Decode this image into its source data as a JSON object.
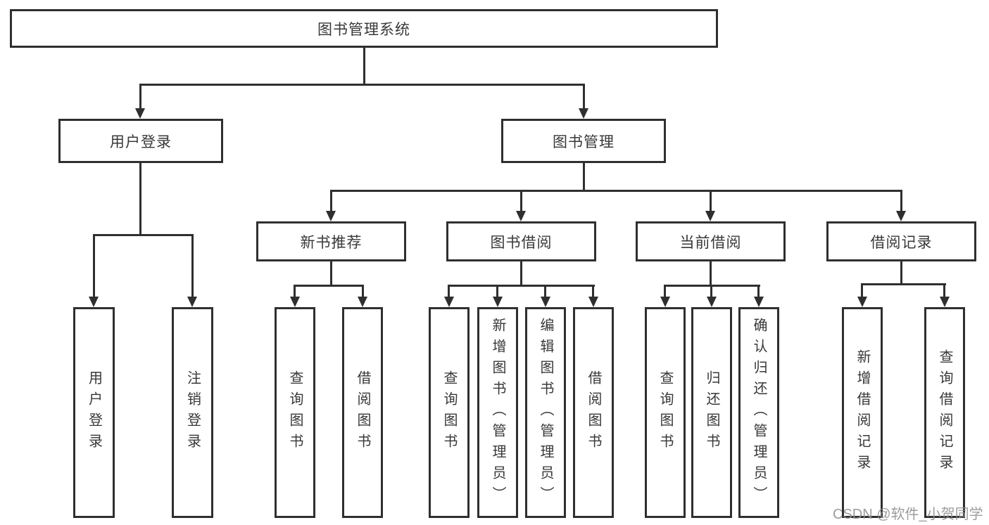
{
  "tree": {
    "label": "图书管理系统",
    "children": [
      {
        "label": "用户登录",
        "children": [
          {
            "label": "用户登录"
          },
          {
            "label": "注销登录"
          }
        ]
      },
      {
        "label": "图书管理",
        "children": [
          {
            "label": "新书推荐",
            "children": [
              {
                "label": "查询图书"
              },
              {
                "label": "借阅图书"
              }
            ]
          },
          {
            "label": "图书借阅",
            "children": [
              {
                "label": "查询图书"
              },
              {
                "label": "新增图书（管理员）"
              },
              {
                "label": "编辑图书（管理员）"
              },
              {
                "label": "借阅图书"
              }
            ]
          },
          {
            "label": "当前借阅",
            "children": [
              {
                "label": "查询图书"
              },
              {
                "label": "归还图书"
              },
              {
                "label": "确认归还（管理员）"
              }
            ]
          },
          {
            "label": "借阅记录",
            "children": [
              {
                "label": "新增借阅记录"
              },
              {
                "label": "查询借阅记录"
              }
            ]
          }
        ]
      }
    ]
  },
  "watermark": "CSDN @软件_小贺同学",
  "colors": {
    "line": "#2f2f2f",
    "box_border": "#2f2f2f",
    "text": "#383838",
    "watermark": "#919191",
    "background": "#ffffff"
  }
}
